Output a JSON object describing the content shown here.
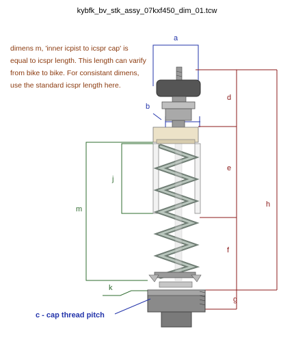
{
  "title": "kybfk_bv_stk_assy_07kxf450_dim_01.tcw",
  "note": "dimens m, 'inner icpist to icspr cap' is equal to icspr length.  This  length can varify from bike to bike.  For consistant dimens, use the standard icspr length here.",
  "callout_c": "c -  cap thread pitch",
  "dimension_labels": {
    "a": "a",
    "b": "b",
    "d": "d",
    "e": "e",
    "f": "f",
    "g": "g",
    "h": "h",
    "j": "j",
    "k": "k",
    "m": "m"
  },
  "colors": {
    "blue_dim": "#2233aa",
    "red_dim": "#8b1a1a",
    "green_dim": "#2e6b2e",
    "note_text": "#8b3a0e",
    "spring": "#9aa9a0",
    "metal": "#7f7f7f"
  }
}
